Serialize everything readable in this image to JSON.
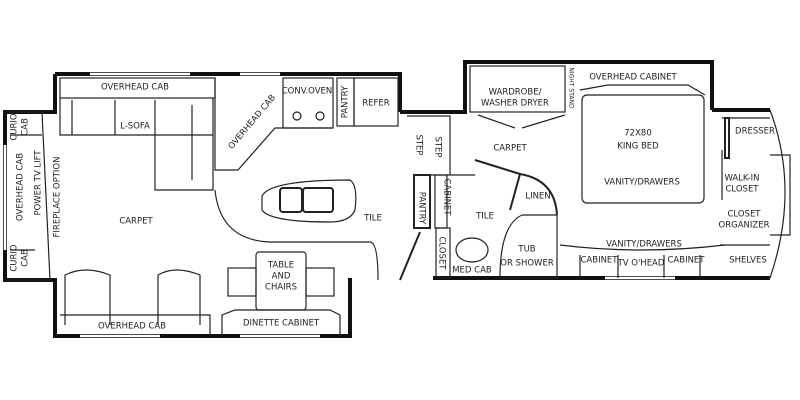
{
  "floorplan": {
    "living": {
      "overhead_cab_top": "OVERHEAD CAB",
      "l_sofa": "L-SOFA",
      "overhead_cab_kitchen": "OVERHEAD CAB",
      "conv_oven": "CONV.OVEN",
      "pantry": "PANTRY",
      "refer": "REFER",
      "curio_cab_top": [
        "CURIO",
        "CAB"
      ],
      "overhead_cab_front": "OVERHEAD CAB",
      "power_tv_lift": "POWER TV LIFT",
      "fireplace_option": "FIREPLACE OPTION",
      "curio_cab_bottom": [
        "CURIO",
        "CAB"
      ],
      "carpet": "CARPET",
      "tile": "TILE",
      "table_and_chairs": [
        "TABLE",
        "AND",
        "CHAIRS"
      ],
      "overhead_cab_bottom": "OVERHEAD CAB",
      "dinette_cabinet": "DINETTE CABINET"
    },
    "bedroom": {
      "wardrobe": [
        "WARDROBE/",
        "WASHER DRYER"
      ],
      "night_stand": "NIGHT STAND",
      "overhead_cabinet": "OVERHEAD CABINET",
      "step_1": "STEP",
      "step_2": "STEP",
      "carpet": "CARPET",
      "king_bed": [
        "72X80",
        "KING BED"
      ],
      "vanity_drawers_bed": "VANITY/DRAWERS",
      "linen": "LINEN",
      "pantry": "PANTRY",
      "cabinet_bath": "CABINET",
      "tile": "TILE",
      "closet": "CLOSET",
      "tub_or_shower": [
        "TUB",
        "OR SHOWER"
      ],
      "med_cab": "MED CAB",
      "vanity_drawers": "VANITY/DRAWERS",
      "cabinet_left": "CABINET",
      "tv_ohead": "TV O'HEAD",
      "cabinet_right": "CABINET",
      "shelves": "SHELVES",
      "dresser": "DRESSER",
      "walk_in_closet": [
        "WALK-IN",
        "CLOSET"
      ],
      "closet_organizer": [
        "CLOSET",
        "ORGANIZER"
      ]
    }
  }
}
